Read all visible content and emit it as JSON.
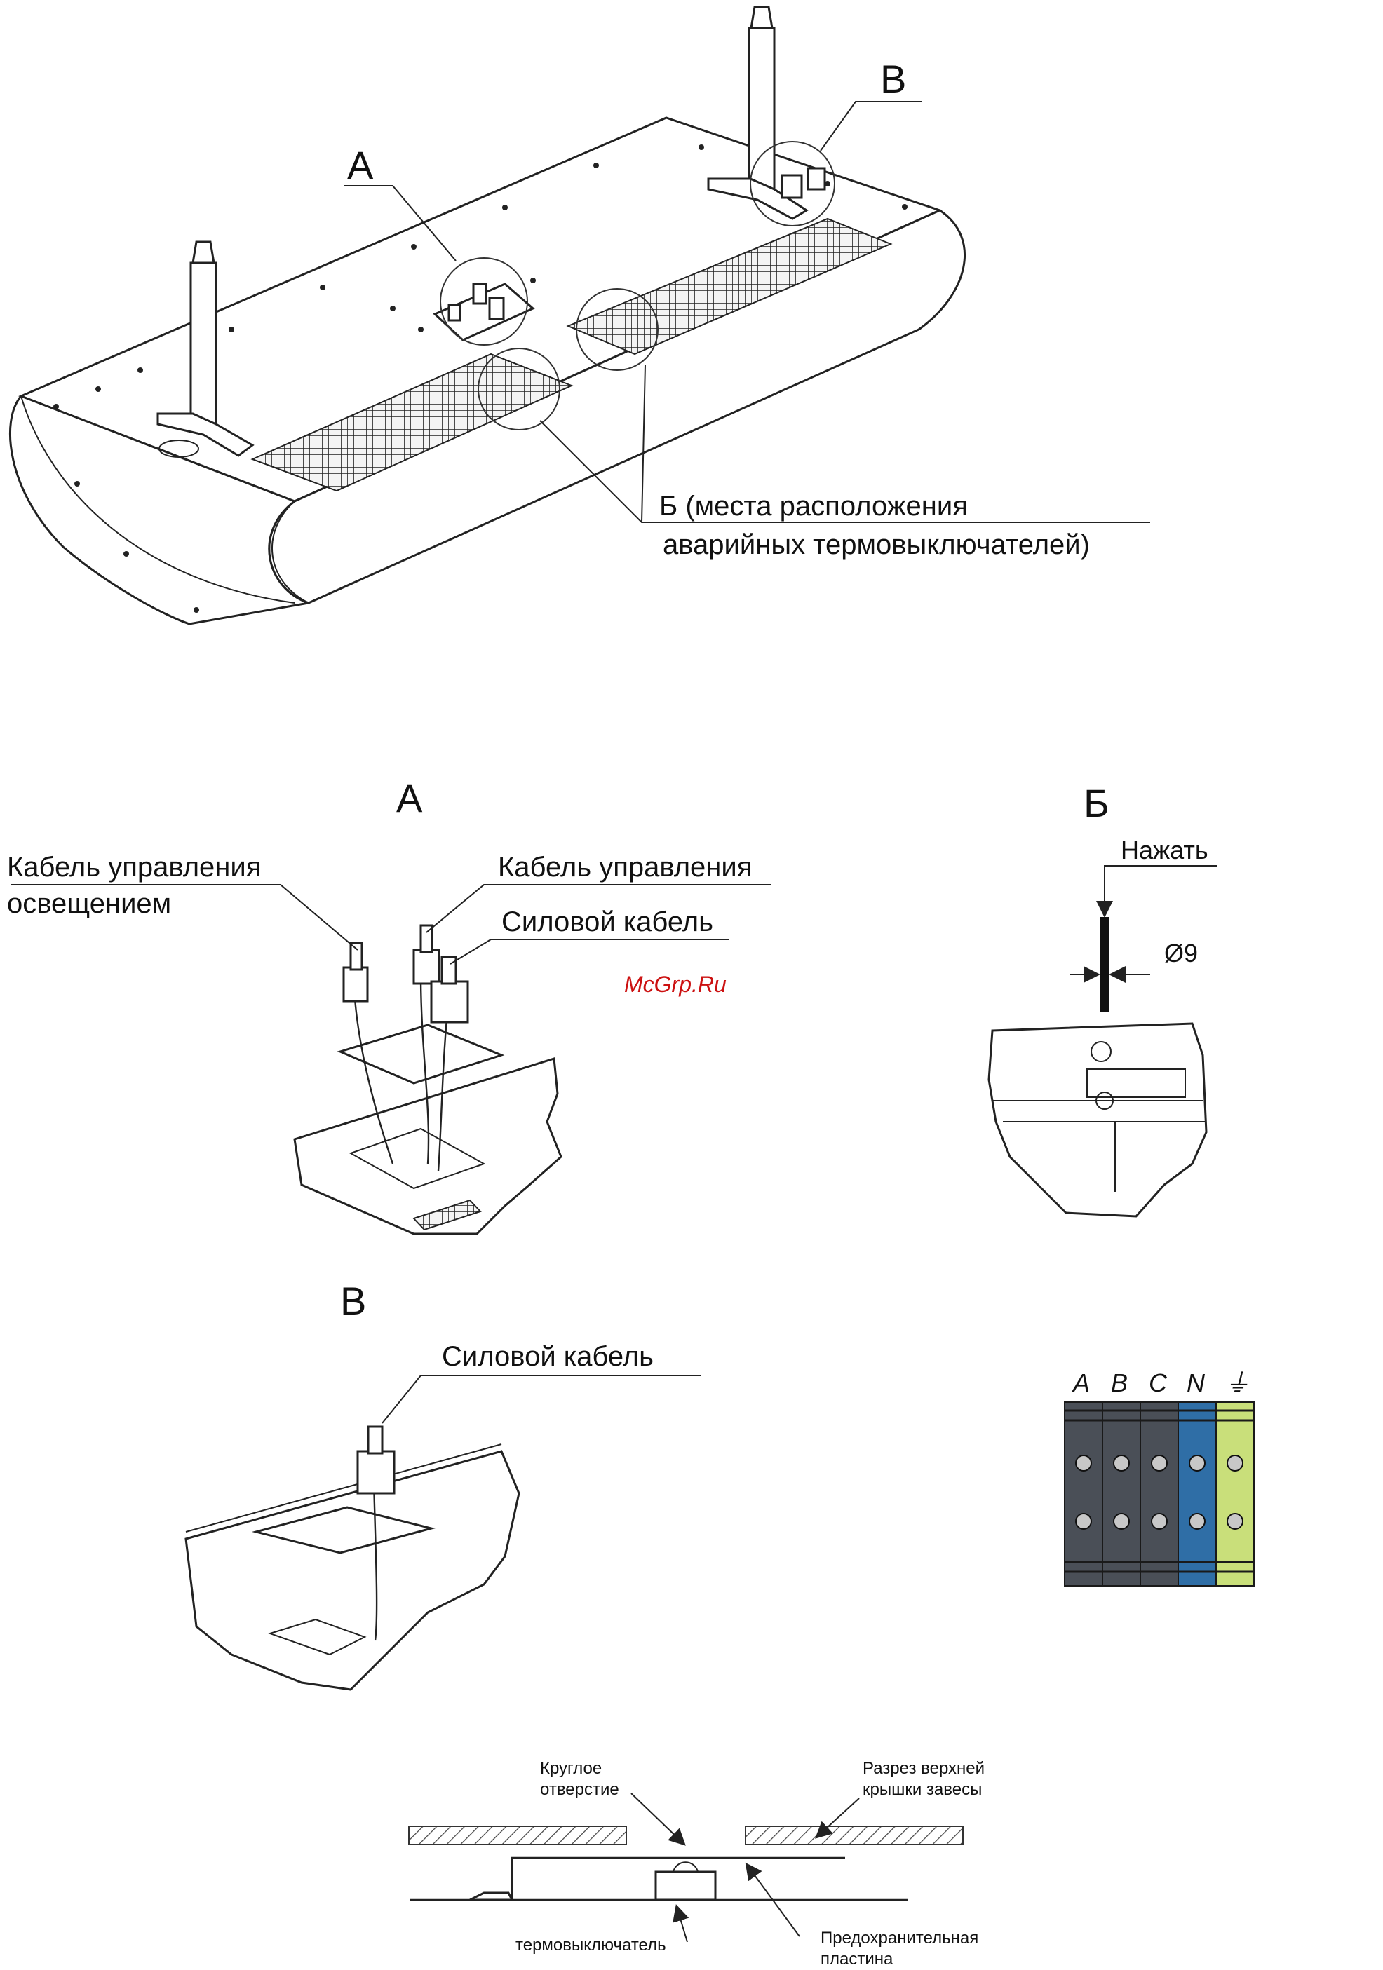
{
  "main_view": {
    "callout_a": "А",
    "callout_v": "В",
    "callout_b_line1": "Б (места расположения",
    "callout_b_line2": "аварийных термовыключателей)"
  },
  "detail_a": {
    "title": "А",
    "label_light_cable_line1": "Кабель управления",
    "label_light_cable_line2": "освещением",
    "label_control_cable": "Кабель управления",
    "label_power_cable": "Силовой кабель"
  },
  "detail_b": {
    "title": "Б",
    "press_label": "Нажать",
    "diameter_label": "Ø9"
  },
  "detail_v": {
    "title": "В",
    "label_power_cable": "Силовой кабель"
  },
  "watermark": "McGrp.Ru",
  "terminal_block": {
    "terminals": [
      "A",
      "B",
      "C",
      "N",
      "⏚"
    ],
    "colors": [
      "#4a4f57",
      "#4a4f57",
      "#4a4f57",
      "#2f6ea6",
      "#c9df7a"
    ]
  },
  "section": {
    "label_round_hole_line1": "Круглое",
    "label_round_hole_line2": "отверстие",
    "label_cover_section_line1": "Разрез верхней",
    "label_cover_section_line2": "крышки завесы",
    "label_thermoswitch": "термовыключатель",
    "label_plate_line1": "Предохранительная",
    "label_plate_line2": "пластина"
  }
}
